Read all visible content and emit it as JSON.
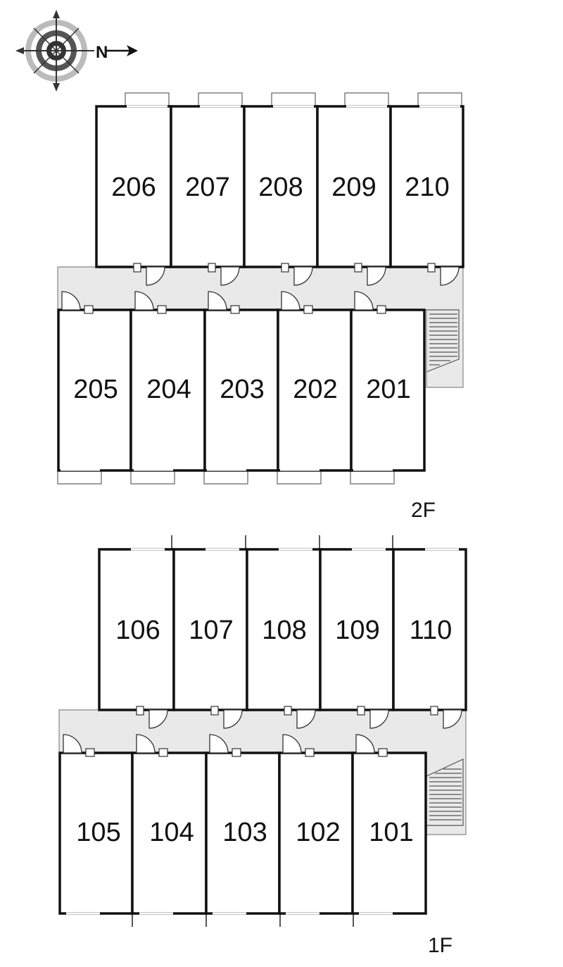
{
  "compass": {
    "north_letter": "N",
    "icon": "compass-rose-icon"
  },
  "floors": [
    {
      "label": "2F",
      "rooms_upper": [
        "206",
        "207",
        "208",
        "209",
        "210"
      ],
      "rooms_lower": [
        "205",
        "204",
        "203",
        "202",
        "201"
      ]
    },
    {
      "label": "1F",
      "rooms_upper": [
        "106",
        "107",
        "108",
        "109",
        "110"
      ],
      "rooms_lower": [
        "105",
        "104",
        "103",
        "102",
        "101"
      ]
    }
  ],
  "colors": {
    "walls": "#111111",
    "corridor": "#e9e9e9",
    "background": "#ffffff"
  }
}
